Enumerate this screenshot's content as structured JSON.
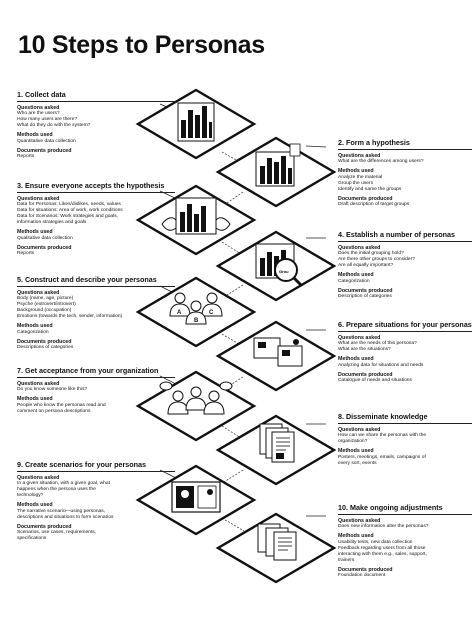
{
  "title": "10 Steps to Personas",
  "steps": [
    {
      "title": "1. Collect data",
      "sections": [
        {
          "label": "Questions asked",
          "lines": [
            "Who are the users?",
            "How many users are there?",
            "What do they do with the system?"
          ]
        },
        {
          "label": "Methods used",
          "lines": [
            "Quantitative data collection"
          ]
        },
        {
          "label": "Documents produced",
          "lines": [
            "Reports"
          ]
        }
      ]
    },
    {
      "title": "2. Form a hypothesis",
      "sections": [
        {
          "label": "Questions asked",
          "lines": [
            "What are the differences among users?"
          ]
        },
        {
          "label": "Methods used",
          "lines": [
            "Analyze the material",
            "Group the users",
            "Identify and name the groups"
          ]
        },
        {
          "label": "Documents produced",
          "lines": [
            "Draft description of target groups"
          ]
        }
      ]
    },
    {
      "title": "3. Ensure everyone accepts the hypothesis",
      "sections": [
        {
          "label": "Questions asked",
          "lines": [
            "Data for Personas: Likes/dislikes, needs, values",
            "Data for situations: Area of work, work conditions",
            "Data for Scenarios: Work strategies and goals,",
            "information strategies and goals"
          ]
        },
        {
          "label": "Methods used",
          "lines": [
            "Qualitative data collection"
          ]
        },
        {
          "label": "Documents produced",
          "lines": [
            "Reports"
          ]
        }
      ]
    },
    {
      "title": "4. Establish a number of personas",
      "sections": [
        {
          "label": "Questions asked",
          "lines": [
            "Does the initial grouping hold?",
            "Are there other groups to consider?",
            "Are all equally important?"
          ]
        },
        {
          "label": "Methods used",
          "lines": [
            "Categorization"
          ]
        },
        {
          "label": "Documents produced",
          "lines": [
            "Description of categories"
          ]
        }
      ]
    },
    {
      "title": "5. Construct and describe your personas",
      "sections": [
        {
          "label": "Questions asked",
          "lines": [
            "Body (name, age, picture)",
            "Psyche (extrovert/introvert)",
            "Background (occupation)",
            "Emotions (towards the tech, sender, information)"
          ]
        },
        {
          "label": "Methods used",
          "lines": [
            "Categorization"
          ]
        },
        {
          "label": "Documents produced",
          "lines": [
            "Descriptions of categories"
          ]
        }
      ]
    },
    {
      "title": "6. Prepare situations for your personas",
      "sections": [
        {
          "label": "Questions asked",
          "lines": [
            "What are the needs of this persona?",
            "What are the situations?"
          ]
        },
        {
          "label": "Methods used",
          "lines": [
            "Analyzing data for situations and needs"
          ]
        },
        {
          "label": "Documents produced",
          "lines": [
            "Catalogue of needs and situations"
          ]
        }
      ]
    },
    {
      "title": "7. Get acceptance from your organization",
      "sections": [
        {
          "label": "Questions asked",
          "lines": [
            "Do you know someone like this?"
          ]
        },
        {
          "label": "Methods used",
          "lines": [
            "People who know the personas read and",
            "comment on persona descriptions"
          ]
        }
      ]
    },
    {
      "title": "8. Disseminate knowledge",
      "sections": [
        {
          "label": "Questions asked",
          "lines": [
            "How can we share the personas with the",
            "organization?"
          ]
        },
        {
          "label": "Methods used",
          "lines": [
            "Posters, meetings, emails, campaigns of",
            "every sort, events"
          ]
        }
      ]
    },
    {
      "title": "9. Create scenarios for your personas",
      "sections": [
        {
          "label": "Questions asked",
          "lines": [
            "In a given situation, with a given goal, what",
            "happens when the persona uses the",
            "technology?"
          ]
        },
        {
          "label": "Methods used",
          "lines": [
            "The narrative scenario—using personas,",
            "descriptions and situations to form scenarios"
          ]
        },
        {
          "label": "Documents produced",
          "lines": [
            "Scenarios, use cases, requirements,",
            "specifications"
          ]
        }
      ]
    },
    {
      "title": "10. Make ongoing adjustments",
      "sections": [
        {
          "label": "Questions asked",
          "lines": [
            "Does new information alter the personas?"
          ]
        },
        {
          "label": "Methods used",
          "lines": [
            "Usability tests, new data collection",
            "Feedback regarding users from all those",
            "interacting with them e.g., sales, support,",
            "trainers"
          ]
        },
        {
          "label": "Documents produced",
          "lines": [
            "Foundation document"
          ]
        }
      ]
    }
  ],
  "illustration_labels": {
    "persona_letters": [
      "A",
      "B",
      "C"
    ],
    "magnifier_text": "Grou"
  }
}
